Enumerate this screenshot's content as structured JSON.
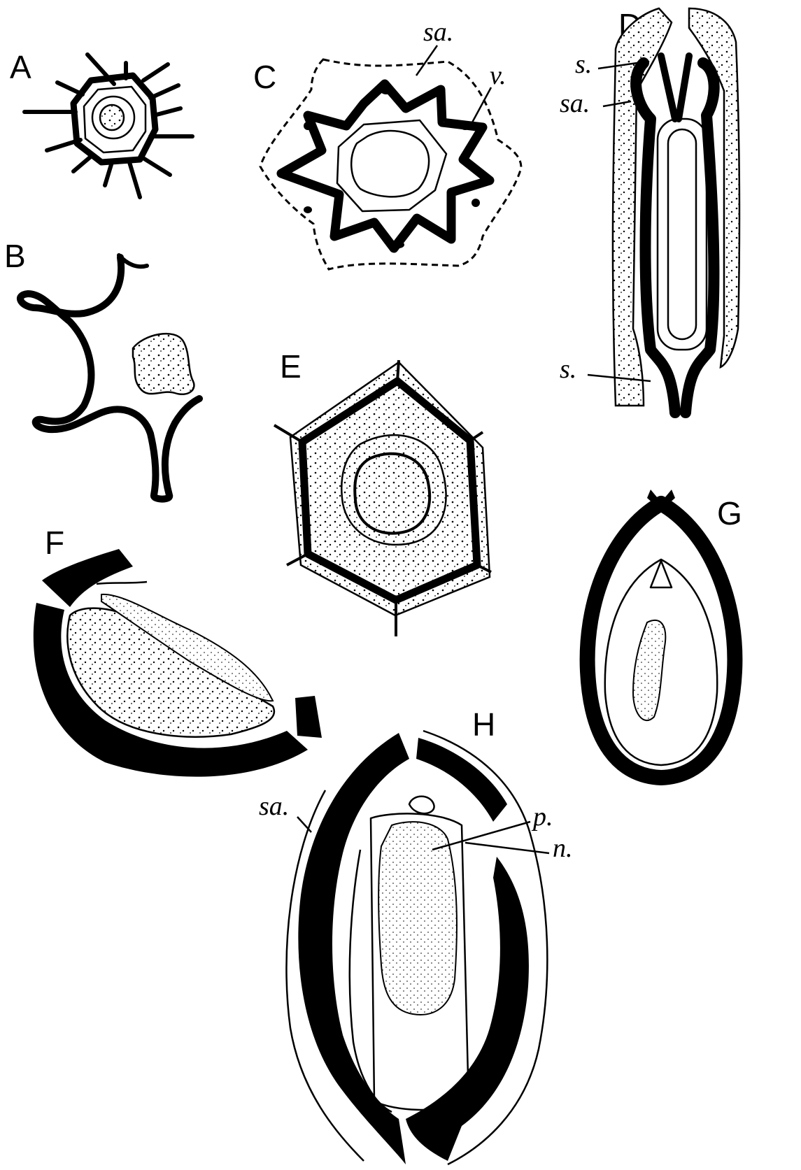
{
  "figure_labels": {
    "A": "A",
    "B": "B",
    "C": "C",
    "D": "D",
    "E": "E",
    "F": "F",
    "G": "G",
    "H": "H"
  },
  "annotations": {
    "C_sa": "sa.",
    "C_v": "v.",
    "D_s_top": "s.",
    "D_sa": "sa.",
    "D_s_bottom": "s.",
    "H_sa": "sa.",
    "H_p": "p.",
    "H_n": "n."
  }
}
